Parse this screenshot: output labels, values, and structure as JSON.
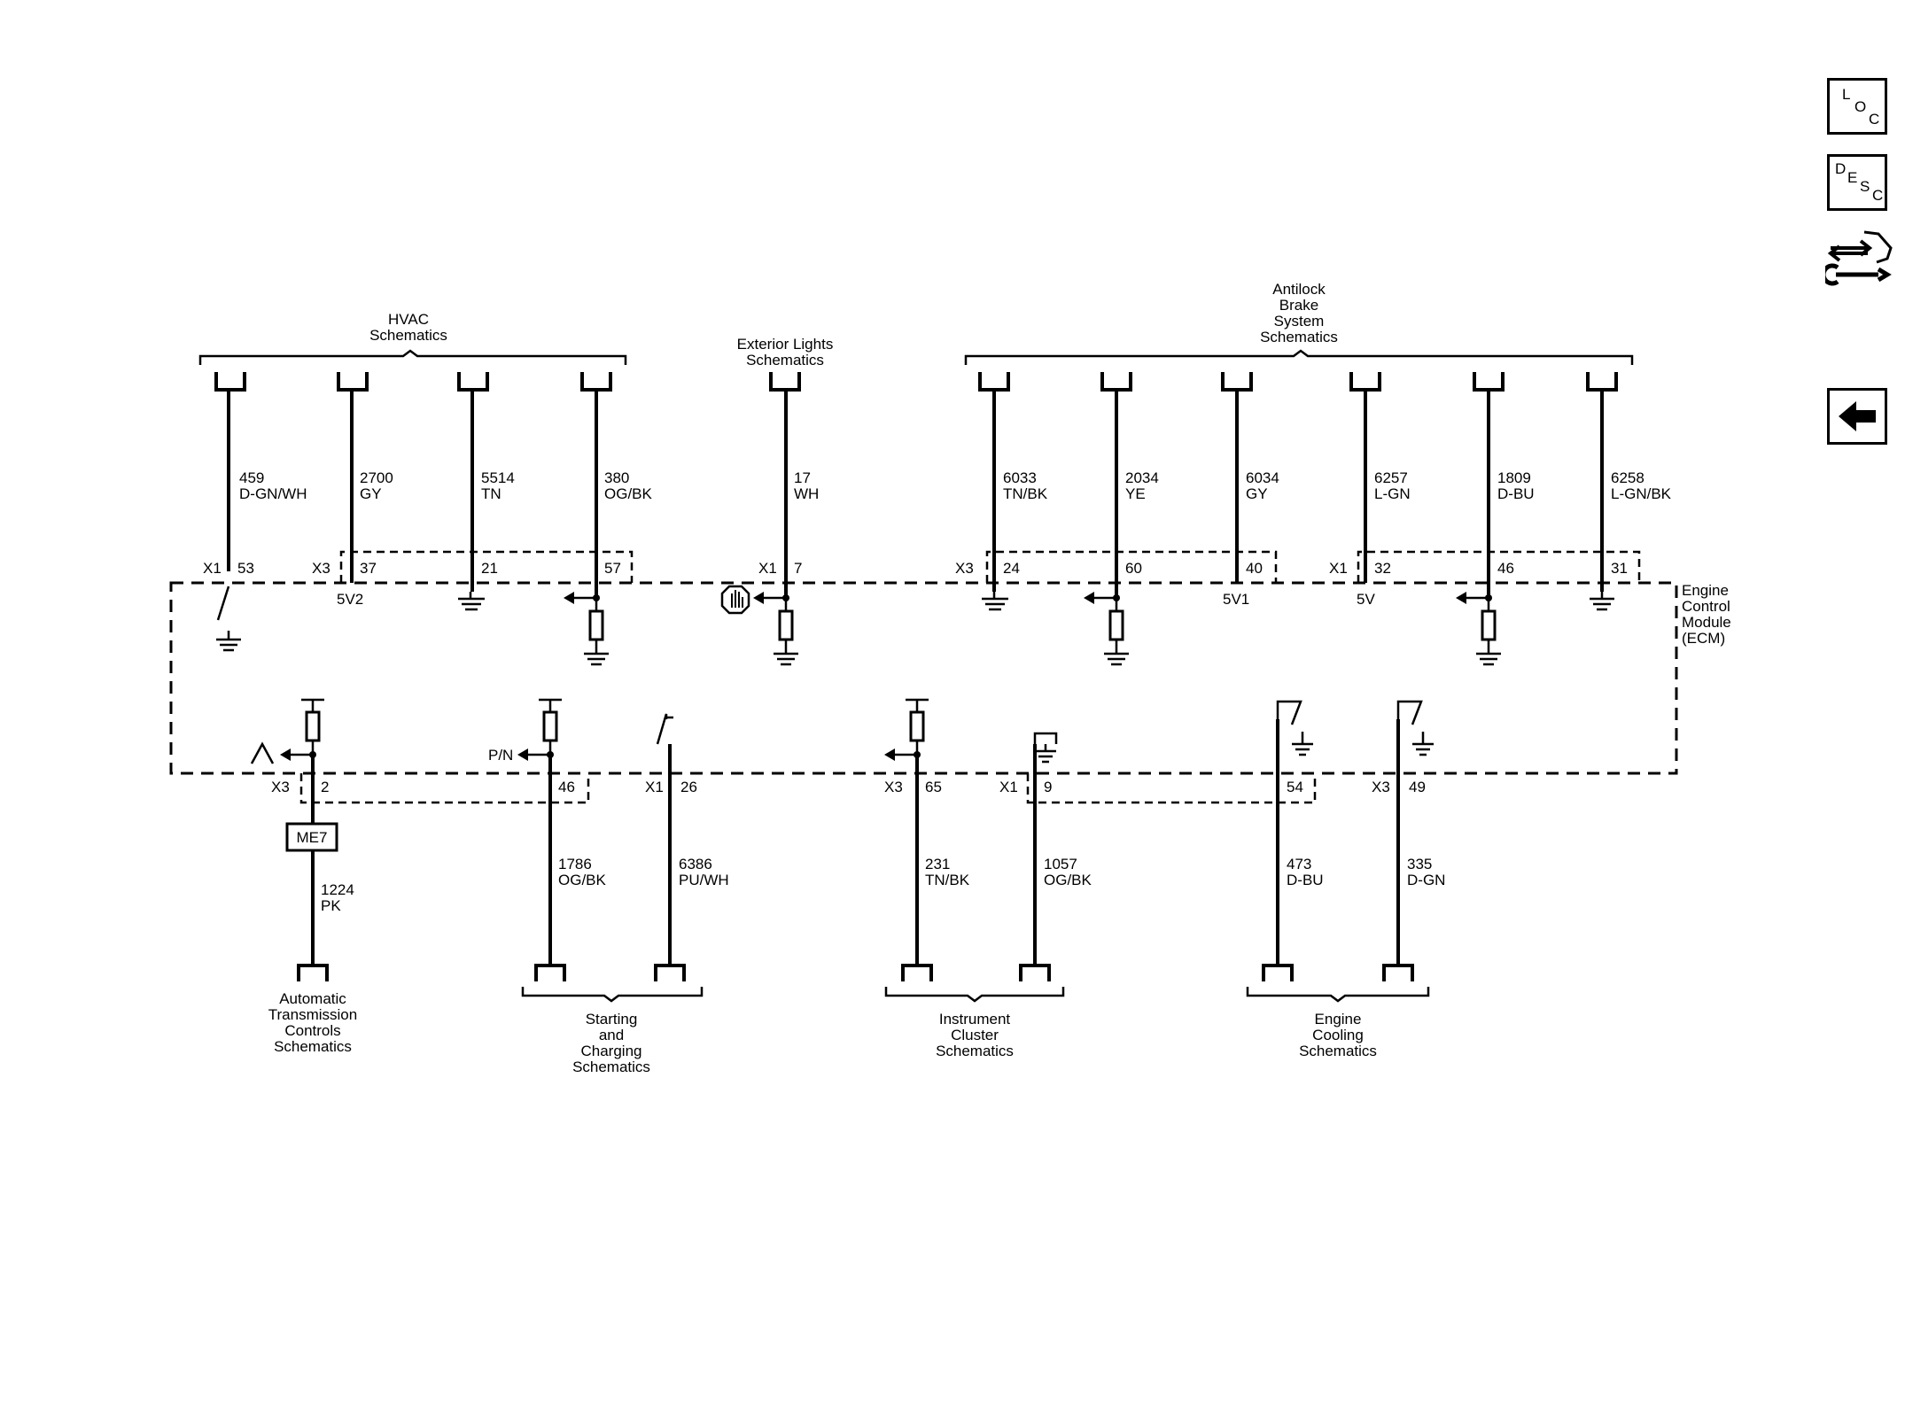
{
  "nav": {
    "loc": [
      "L",
      "O",
      "C"
    ],
    "desc": [
      "D",
      "E",
      "S",
      "C"
    ]
  },
  "top_groups": {
    "hvac": [
      "HVAC",
      "Schematics"
    ],
    "ext": [
      "Exterior Lights",
      "Schematics"
    ],
    "abs": [
      "Antilock",
      "Brake",
      "System",
      "Schematics"
    ]
  },
  "top_wires": [
    {
      "circuit": "459",
      "color": "D-GN/WH",
      "conn": "X1",
      "pin": "53"
    },
    {
      "circuit": "2700",
      "color": "GY",
      "conn": "X3",
      "pin": "37",
      "ref": "5V2"
    },
    {
      "circuit": "5514",
      "color": "TN",
      "pin": "21"
    },
    {
      "circuit": "380",
      "color": "OG/BK",
      "pin": "57"
    },
    {
      "circuit": "17",
      "color": "WH",
      "conn": "X1",
      "pin": "7"
    },
    {
      "circuit": "6033",
      "color": "TN/BK",
      "conn": "X3",
      "pin": "24"
    },
    {
      "circuit": "2034",
      "color": "YE",
      "pin": "60"
    },
    {
      "circuit": "6034",
      "color": "GY",
      "pin": "40",
      "ref": "5V1"
    },
    {
      "circuit": "6257",
      "color": "L-GN",
      "conn": "X1",
      "pin": "32",
      "ref": "5V"
    },
    {
      "circuit": "1809",
      "color": "D-BU",
      "pin": "46"
    },
    {
      "circuit": "6258",
      "color": "L-GN/BK",
      "pin": "31"
    }
  ],
  "module": [
    "Engine",
    "Control",
    "Module",
    "(ECM)"
  ],
  "bottom_wires": [
    {
      "conn": "X3",
      "pin": "2",
      "circuit": "1224",
      "color": "PK",
      "splice": "ME7"
    },
    {
      "pin": "46",
      "circuit": "1786",
      "color": "OG/BK",
      "ref": "P/N"
    },
    {
      "conn": "X1",
      "pin": "26",
      "circuit": "6386",
      "color": "PU/WH"
    },
    {
      "conn": "X3",
      "pin": "65",
      "circuit": "231",
      "color": "TN/BK"
    },
    {
      "conn": "X1",
      "pin": "9",
      "circuit": "1057",
      "color": "OG/BK"
    },
    {
      "pin": "54",
      "circuit": "473",
      "color": "D-BU"
    },
    {
      "conn": "X3",
      "pin": "49",
      "circuit": "335",
      "color": "D-GN"
    }
  ],
  "bottom_groups": {
    "atc": [
      "Automatic",
      "Transmission",
      "Controls",
      "Schematics"
    ],
    "start": [
      "Starting",
      "and",
      "Charging",
      "Schematics"
    ],
    "ic": [
      "Instrument",
      "Cluster",
      "Schematics"
    ],
    "cool": [
      "Engine",
      "Cooling",
      "Schematics"
    ]
  }
}
